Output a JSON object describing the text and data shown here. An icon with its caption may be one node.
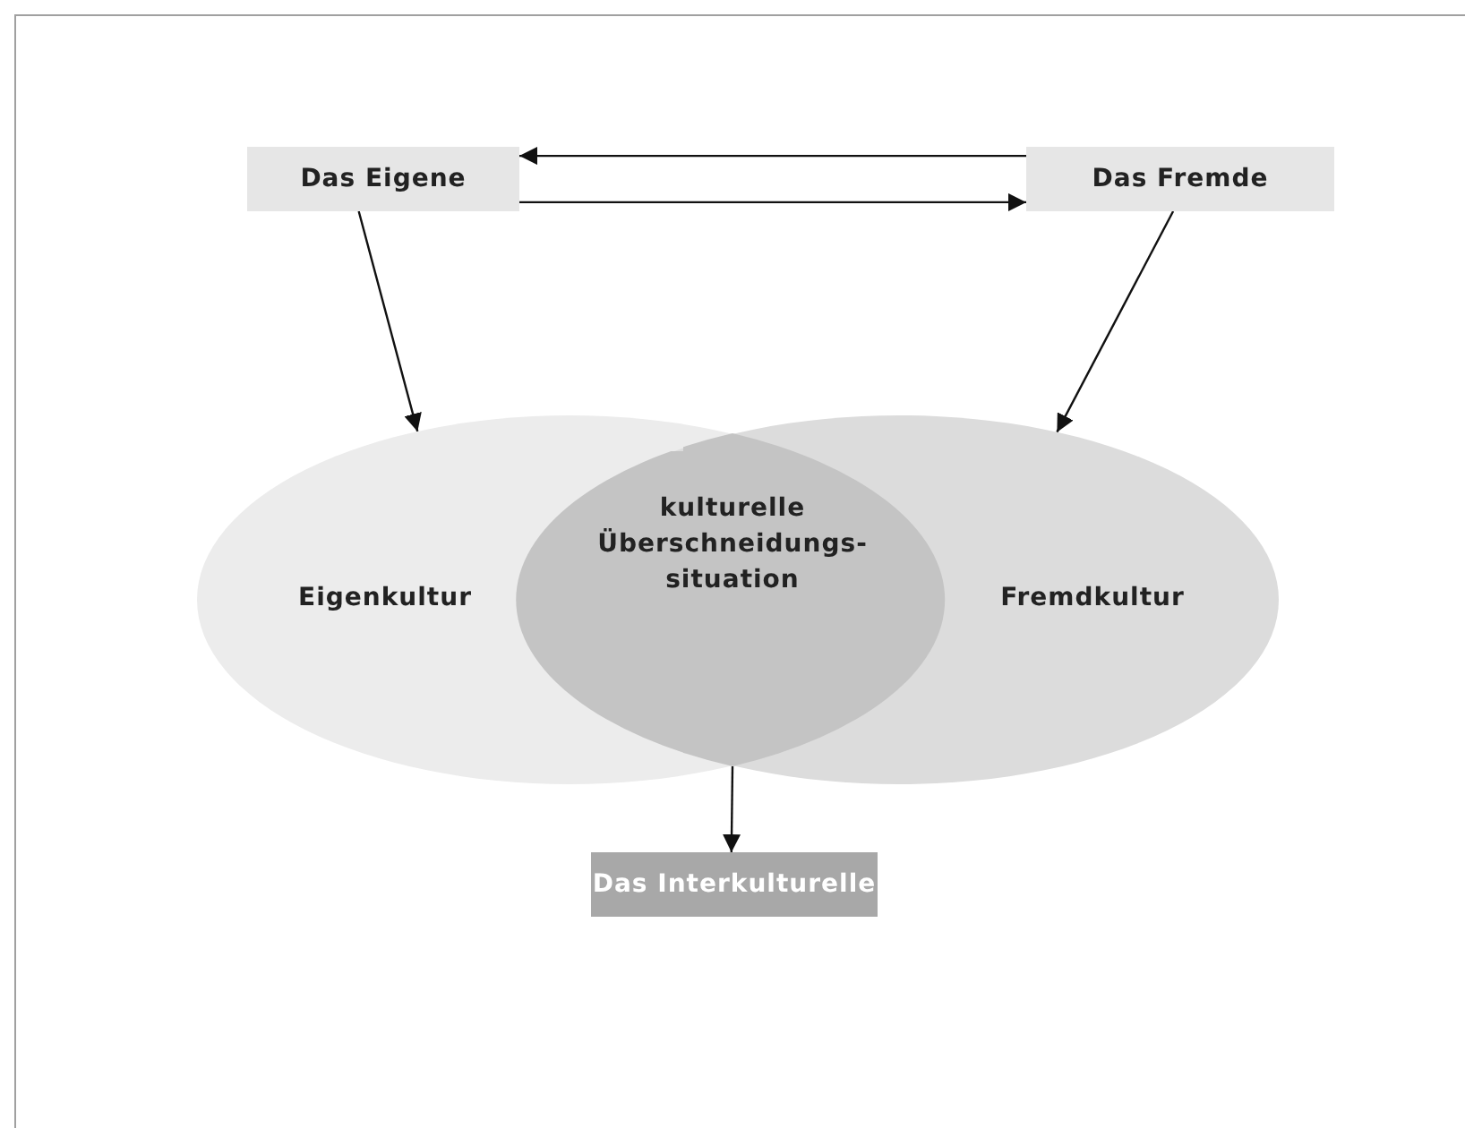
{
  "diagram": {
    "nodes": [
      {
        "text": [
          "Das Eigene"
        ]
      },
      {
        "text": [
          "Das Fremde"
        ]
      },
      {
        "text": [
          "Eigenkultur"
        ]
      },
      {
        "text": [
          "Fremdkultur"
        ]
      },
      {
        "text": [
          "kulturelle Überschneidungs-situation"
        ]
      },
      {
        "text": [
          "Das Interkulturelle"
        ]
      }
    ],
    "edges": [
      {
        "from": 1,
        "to": 0,
        "arrow": "to"
      },
      {
        "from": 0,
        "to": 1,
        "arrow": "to"
      },
      {
        "from": 0,
        "to": 2,
        "arrow": "to"
      },
      {
        "from": 1,
        "to": 3,
        "arrow": "to"
      },
      {
        "from": 4,
        "to": 5,
        "arrow": "to"
      }
    ]
  }
}
